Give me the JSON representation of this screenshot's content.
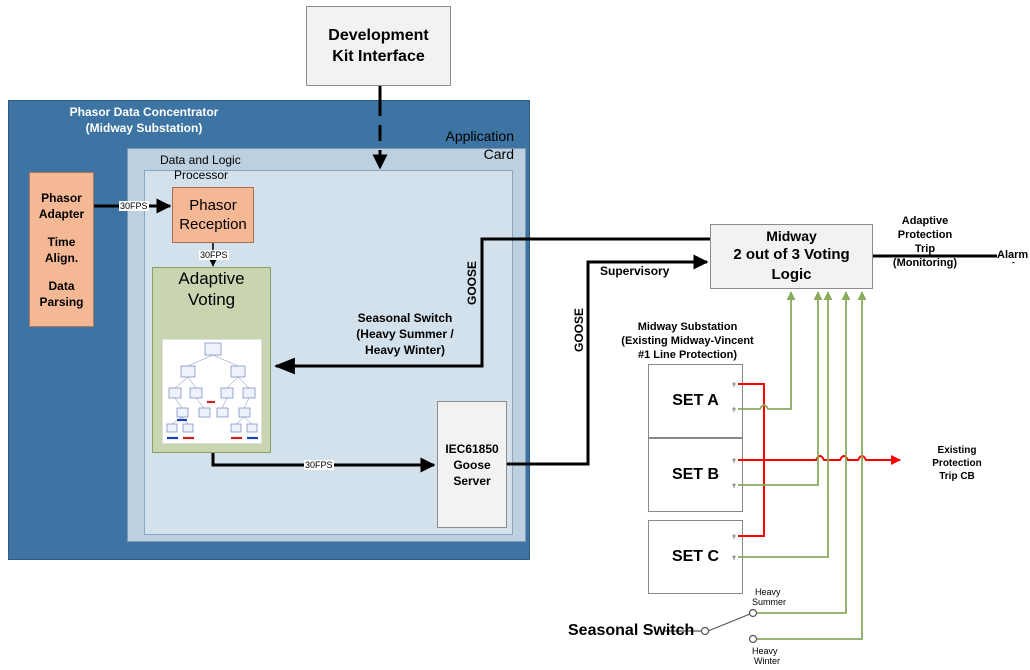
{
  "devkit": {
    "line1": "Development",
    "line2": "Kit Interface"
  },
  "pdc": {
    "line1": "Phasor Data Concentrator",
    "line2": "(Midway Substation)"
  },
  "app_card": {
    "line1": "Application",
    "line2": "Card"
  },
  "dlp": {
    "line1": "Data and Logic",
    "line2": "Processor"
  },
  "adapter": {
    "line1": "Phasor",
    "line2": "Adapter",
    "line3": "Time",
    "line4": "Align.",
    "line5": "Data",
    "line6": "Parsing"
  },
  "reception": {
    "line1": "Phasor",
    "line2": "Reception"
  },
  "voting": {
    "line1": "Adaptive",
    "line2": "Voting"
  },
  "rates": {
    "adapter_to_reception": "30FPS",
    "reception_to_voting": "30FPS",
    "voting_to_server": "30FPS"
  },
  "server": {
    "line1": "IEC61850",
    "line2": "Goose",
    "line3": "Server"
  },
  "goose_labels": {
    "upper": "GOOSE",
    "lower": "GOOSE"
  },
  "seasonal_input": {
    "line1": "Seasonal Switch",
    "line2": "(Heavy Summer /",
    "line3": "Heavy Winter)"
  },
  "supervisory": "Supervisory",
  "midway_logic": {
    "line1": "Midway",
    "line2": "2 out of 3 Voting",
    "line3": "Logic"
  },
  "adaptive_trip": {
    "line1": "Adaptive",
    "line2": "Protection",
    "line3": "Trip",
    "line4": "(Monitoring)"
  },
  "alarm": "Alarm",
  "substation": {
    "line1": "Midway  Substation",
    "line2": "(Existing Midway-Vincent",
    "line3": "#1 Line Protection)"
  },
  "sets": [
    "SET A",
    "SET B",
    "SET C"
  ],
  "existing_trip": {
    "line1": "Existing",
    "line2": "Protection",
    "line3": "Trip CB"
  },
  "seasonal_switch": "Seasonal Switch",
  "heavy_summer": {
    "line1": "Heavy",
    "line2": "Summer"
  },
  "heavy_winter": {
    "line1": "Heavy",
    "line2": "Winter"
  },
  "colors": {
    "pdc": "#3d74a3",
    "app_card": "#bcd0e0",
    "processor": "#d3e1ec",
    "adapter": "#f5b895",
    "voting": "#c8d5b0",
    "trip_wire": "#ff0000",
    "contact_wire": "#8aab5e"
  }
}
